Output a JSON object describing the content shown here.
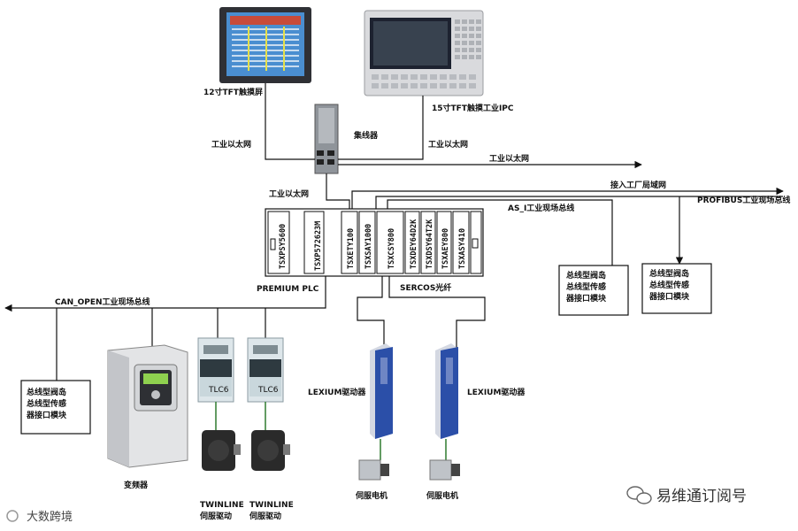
{
  "hmi_12": {
    "label": "12寸TFT触摸屏"
  },
  "ipc_15": {
    "label": "15寸TFT触摸工业IPC"
  },
  "hub": {
    "label": "集线器"
  },
  "ethernet": {
    "left_label": "工业以太网",
    "right_label": "工业以太网",
    "main_label": "工业以太网",
    "plc_link_label": "工业以太网"
  },
  "factory_net": {
    "label": "接入工厂局域网"
  },
  "asi_bus": {
    "label": "AS_I工业现场总线"
  },
  "profibus": {
    "label": "PROFIBUS工业现场总线"
  },
  "plc": {
    "label": "PREMIUM PLC",
    "modules": [
      "TSXPSY5600",
      "TSXP572623M",
      "TSXETY100",
      "TSXSAY1000",
      "TSXCSY800",
      "TSXDEY64D2K",
      "TSXDSY64T2K",
      "TSXAEY800",
      "TSXASY410"
    ]
  },
  "sercos": {
    "label": "SERCOS光纤"
  },
  "canopen": {
    "label": "CAN_OPEN工业现场总线"
  },
  "gateways": [
    {
      "lines": [
        "总线型阀岛",
        "总线型传感",
        "器接口模块"
      ]
    },
    {
      "lines": [
        "总线型阀岛",
        "总线型传感",
        "器接口模块"
      ]
    },
    {
      "lines": [
        "总线型阀岛",
        "总线型传感",
        "器接口模块"
      ]
    }
  ],
  "vfd": {
    "label": "变频器"
  },
  "tlc": [
    {
      "panel": "TLC6",
      "lines": [
        "TWINLINE",
        "伺服驱动"
      ]
    },
    {
      "panel": "TLC6",
      "lines": [
        "TWINLINE",
        "伺服驱动"
      ]
    }
  ],
  "lexium": [
    {
      "label": "LEXIUM驱动器",
      "motor": "伺服电机"
    },
    {
      "label": "LEXIUM驱动器",
      "motor": "伺服电机"
    }
  ],
  "watermarks": {
    "left": "大数跨境",
    "right": "易维通订阅号"
  },
  "colors": {
    "line": "#111111",
    "drive_blue": "#2b4fa8",
    "hmi_screen": "#5aa0d8"
  }
}
